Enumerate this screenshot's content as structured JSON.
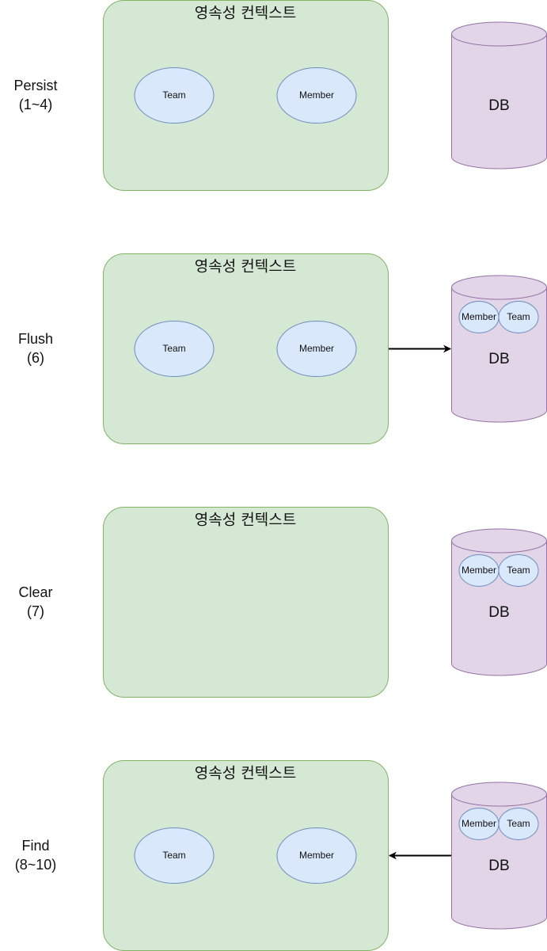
{
  "colors": {
    "context_fill": "#d5e8d4",
    "context_stroke": "#82b366",
    "entity_fill": "#dae8fc",
    "entity_stroke": "#6c8ebf",
    "db_fill": "#e1d5e7",
    "db_stroke": "#9673a6",
    "arrow": "#000000"
  },
  "rows": [
    {
      "step_name": "Persist",
      "step_range": "(1~4)",
      "context_title": "영속성 컨텍스트",
      "context_entities": [
        "Team",
        "Member"
      ],
      "db_label": "DB",
      "db_entities": [],
      "arrow": "none"
    },
    {
      "step_name": "Flush",
      "step_range": "(6)",
      "context_title": "영속성 컨텍스트",
      "context_entities": [
        "Team",
        "Member"
      ],
      "db_label": "DB",
      "db_entities": [
        "Member",
        "Team"
      ],
      "arrow": "context-to-db"
    },
    {
      "step_name": "Clear",
      "step_range": "(7)",
      "context_title": "영속성 컨텍스트",
      "context_entities": [],
      "db_label": "DB",
      "db_entities": [
        "Member",
        "Team"
      ],
      "arrow": "none"
    },
    {
      "step_name": "Find",
      "step_range": "(8~10)",
      "context_title": "영속성 컨텍스트",
      "context_entities": [
        "Team",
        "Member"
      ],
      "db_label": "DB",
      "db_entities": [
        "Member",
        "Team"
      ],
      "arrow": "db-to-context"
    }
  ]
}
